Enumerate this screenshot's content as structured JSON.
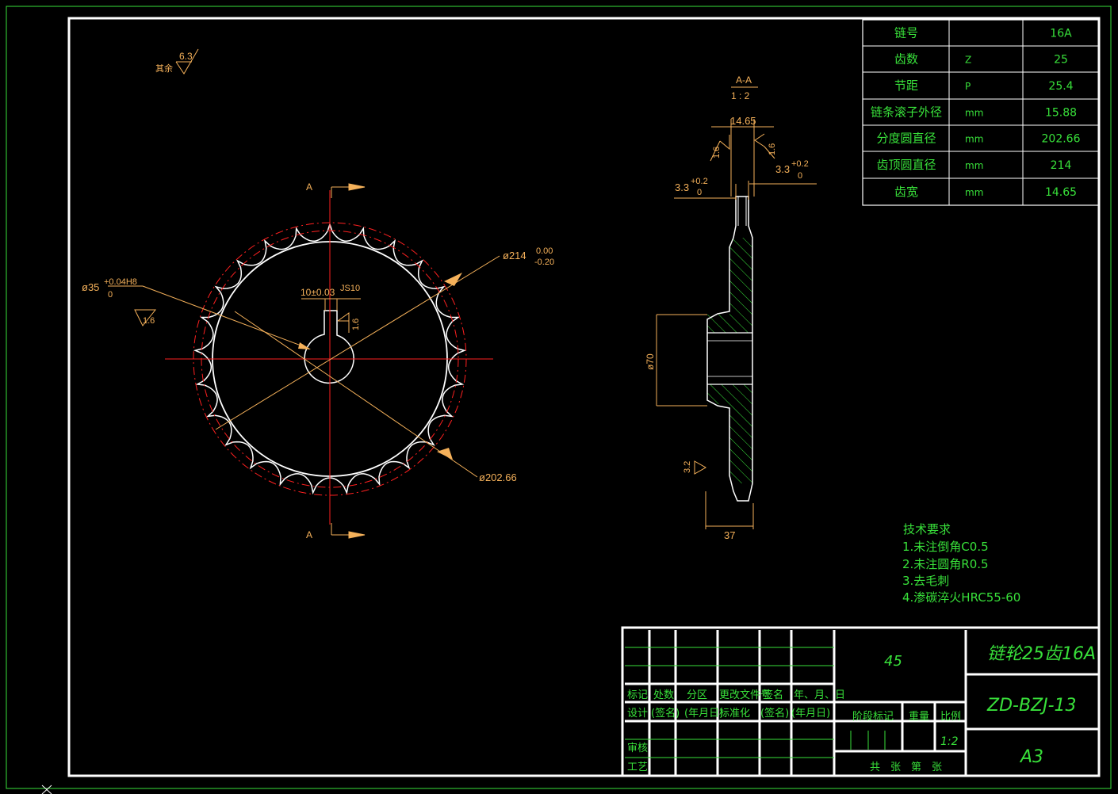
{
  "colors": {
    "background": "#000000",
    "frame": "#ffffff",
    "dimension": "#f5b15a",
    "text_green": "#38e03a",
    "centerline": "#ff2020",
    "hatch": "#38e03a"
  },
  "drawing": {
    "roughness_other_label": "其余",
    "roughness_other_value": "6.3",
    "section_label_top": "A",
    "section_label_bottom": "A",
    "section_title": "A-A",
    "section_scale": "1 : 2",
    "dim_outer": "ø214",
    "dim_outer_up": "0.00",
    "dim_outer_low": "-0.20",
    "dim_bore": "ø35",
    "dim_bore_up": "+0.04H8",
    "dim_bore_low": "0",
    "dim_key": "10±0.03",
    "dim_key_fit": "JS10",
    "dim_pitch": "ø202.66",
    "rough_bore": "1.6",
    "rough_key": "1.6",
    "dim_width": "14.65",
    "rough_face_left": "1.6",
    "rough_face_right": "1.6",
    "dim_chamfer_left": "3.3",
    "dim_chamfer_left_up": "+0.2",
    "dim_chamfer_left_low": "0",
    "dim_chamfer_right": "3.3",
    "dim_chamfer_right_up": "+0.2",
    "dim_chamfer_right_low": "0",
    "dim_hub_dia": "ø70",
    "rough_hub": "3.2",
    "dim_hub_len": "37"
  },
  "param_table": [
    {
      "name": "链号",
      "symbol": "",
      "value": "16A"
    },
    {
      "name": "齿数",
      "symbol": "Z",
      "value": "25"
    },
    {
      "name": "节距",
      "symbol": "P",
      "value": "25.4"
    },
    {
      "name": "链条滚子外径",
      "symbol": "mm",
      "value": "15.88"
    },
    {
      "name": "分度圆直径",
      "symbol": "mm",
      "value": "202.66"
    },
    {
      "name": "齿顶圆直径",
      "symbol": "mm",
      "value": "214"
    },
    {
      "name": "齿宽",
      "symbol": "mm",
      "value": "14.65"
    }
  ],
  "tech_requirements": {
    "title": "技术要求",
    "items": [
      "1.未注倒角C0.5",
      "2.未注圆角R0.5",
      "3.去毛刺",
      "4.渗碳淬火HRC55-60"
    ]
  },
  "title_block": {
    "material": "45",
    "part_name": "链轮25齿16A",
    "drawing_no": "ZD-BZJ-13",
    "sheet_size": "A3",
    "row_labels": [
      "标记",
      "处数",
      "分区",
      "更改文件号",
      "签名",
      "年、月、日"
    ],
    "sign_labels": [
      "设计",
      "(签名)",
      "(年月日)",
      "标准化",
      "(签名)",
      "(年月日)"
    ],
    "review": "审核",
    "process": "工艺",
    "stage": "阶段标记",
    "weight": "重量",
    "scale_label": "比例",
    "scale": "1:2",
    "sheets": "共　张　第　张"
  }
}
